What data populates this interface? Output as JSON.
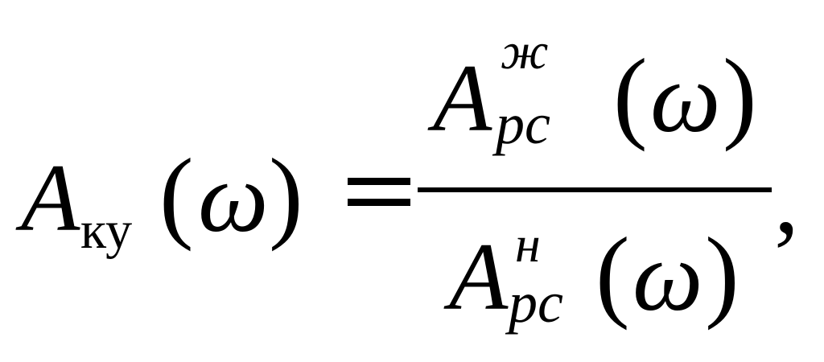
{
  "formula": {
    "lhs": {
      "symbol": "A",
      "subscript": "ку",
      "open_paren": "(",
      "argument": "ω",
      "close_paren": ")"
    },
    "equals": "=",
    "numerator": {
      "symbol": "A",
      "superscript": "ж",
      "subscript": "рс",
      "open_paren": "(",
      "argument": "ω",
      "close_paren": ")"
    },
    "denominator": {
      "symbol": "A",
      "superscript": "н",
      "subscript": "рс",
      "open_paren": "(",
      "argument": "ω",
      "close_paren": ")"
    },
    "trailing": ","
  }
}
